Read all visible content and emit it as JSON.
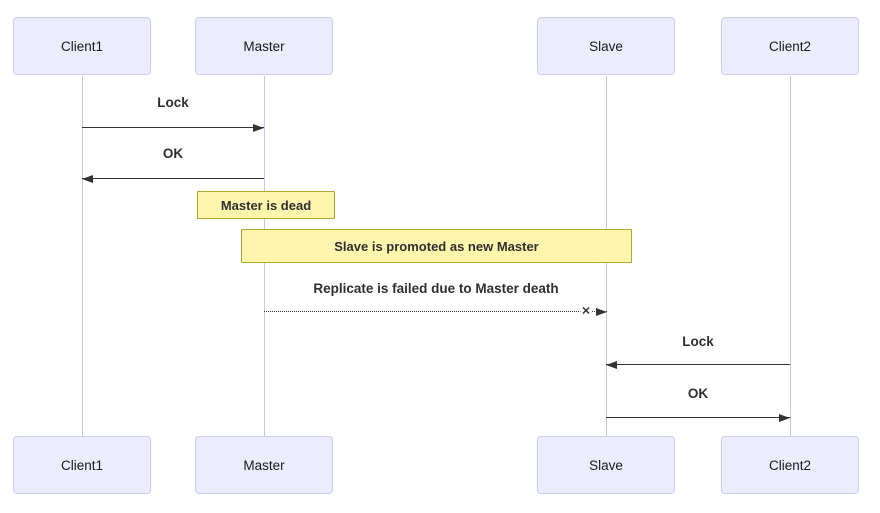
{
  "diagram": {
    "type": "sequence-diagram",
    "colors": {
      "background": "#ffffff",
      "actor_fill": "#ECECFF",
      "actor_border": "#CDCDF0",
      "lifeline": "#C7C7ED",
      "arrow": "#333333",
      "note_fill": "#FFF5AD",
      "note_border": "#AAAA33",
      "label_text": "#2f2f2f",
      "actor_text": "#1a1a1a"
    },
    "actors": [
      {
        "id": "client1",
        "label": "Client1"
      },
      {
        "id": "master",
        "label": "Master"
      },
      {
        "id": "slave",
        "label": "Slave"
      },
      {
        "id": "client2",
        "label": "Client2"
      }
    ],
    "messages": [
      {
        "seq": 1,
        "from": "Client1",
        "to": "Master",
        "label": "Lock",
        "style": "solid"
      },
      {
        "seq": 2,
        "from": "Master",
        "to": "Client1",
        "label": "OK",
        "style": "solid"
      },
      {
        "seq": 3,
        "type": "note",
        "over": [
          "Master"
        ],
        "label": "Master is dead"
      },
      {
        "seq": 4,
        "type": "note",
        "over": [
          "Master",
          "Slave"
        ],
        "label": "Slave is promoted as new Master"
      },
      {
        "seq": 5,
        "from": "Master",
        "to": "Slave",
        "label": "Replicate is failed due to Master death",
        "style": "dotted-failed",
        "marker": "✕"
      },
      {
        "seq": 6,
        "from": "Client2",
        "to": "Slave",
        "label": "Lock",
        "style": "solid"
      },
      {
        "seq": 7,
        "from": "Slave",
        "to": "Client2",
        "label": "OK",
        "style": "solid"
      }
    ]
  }
}
